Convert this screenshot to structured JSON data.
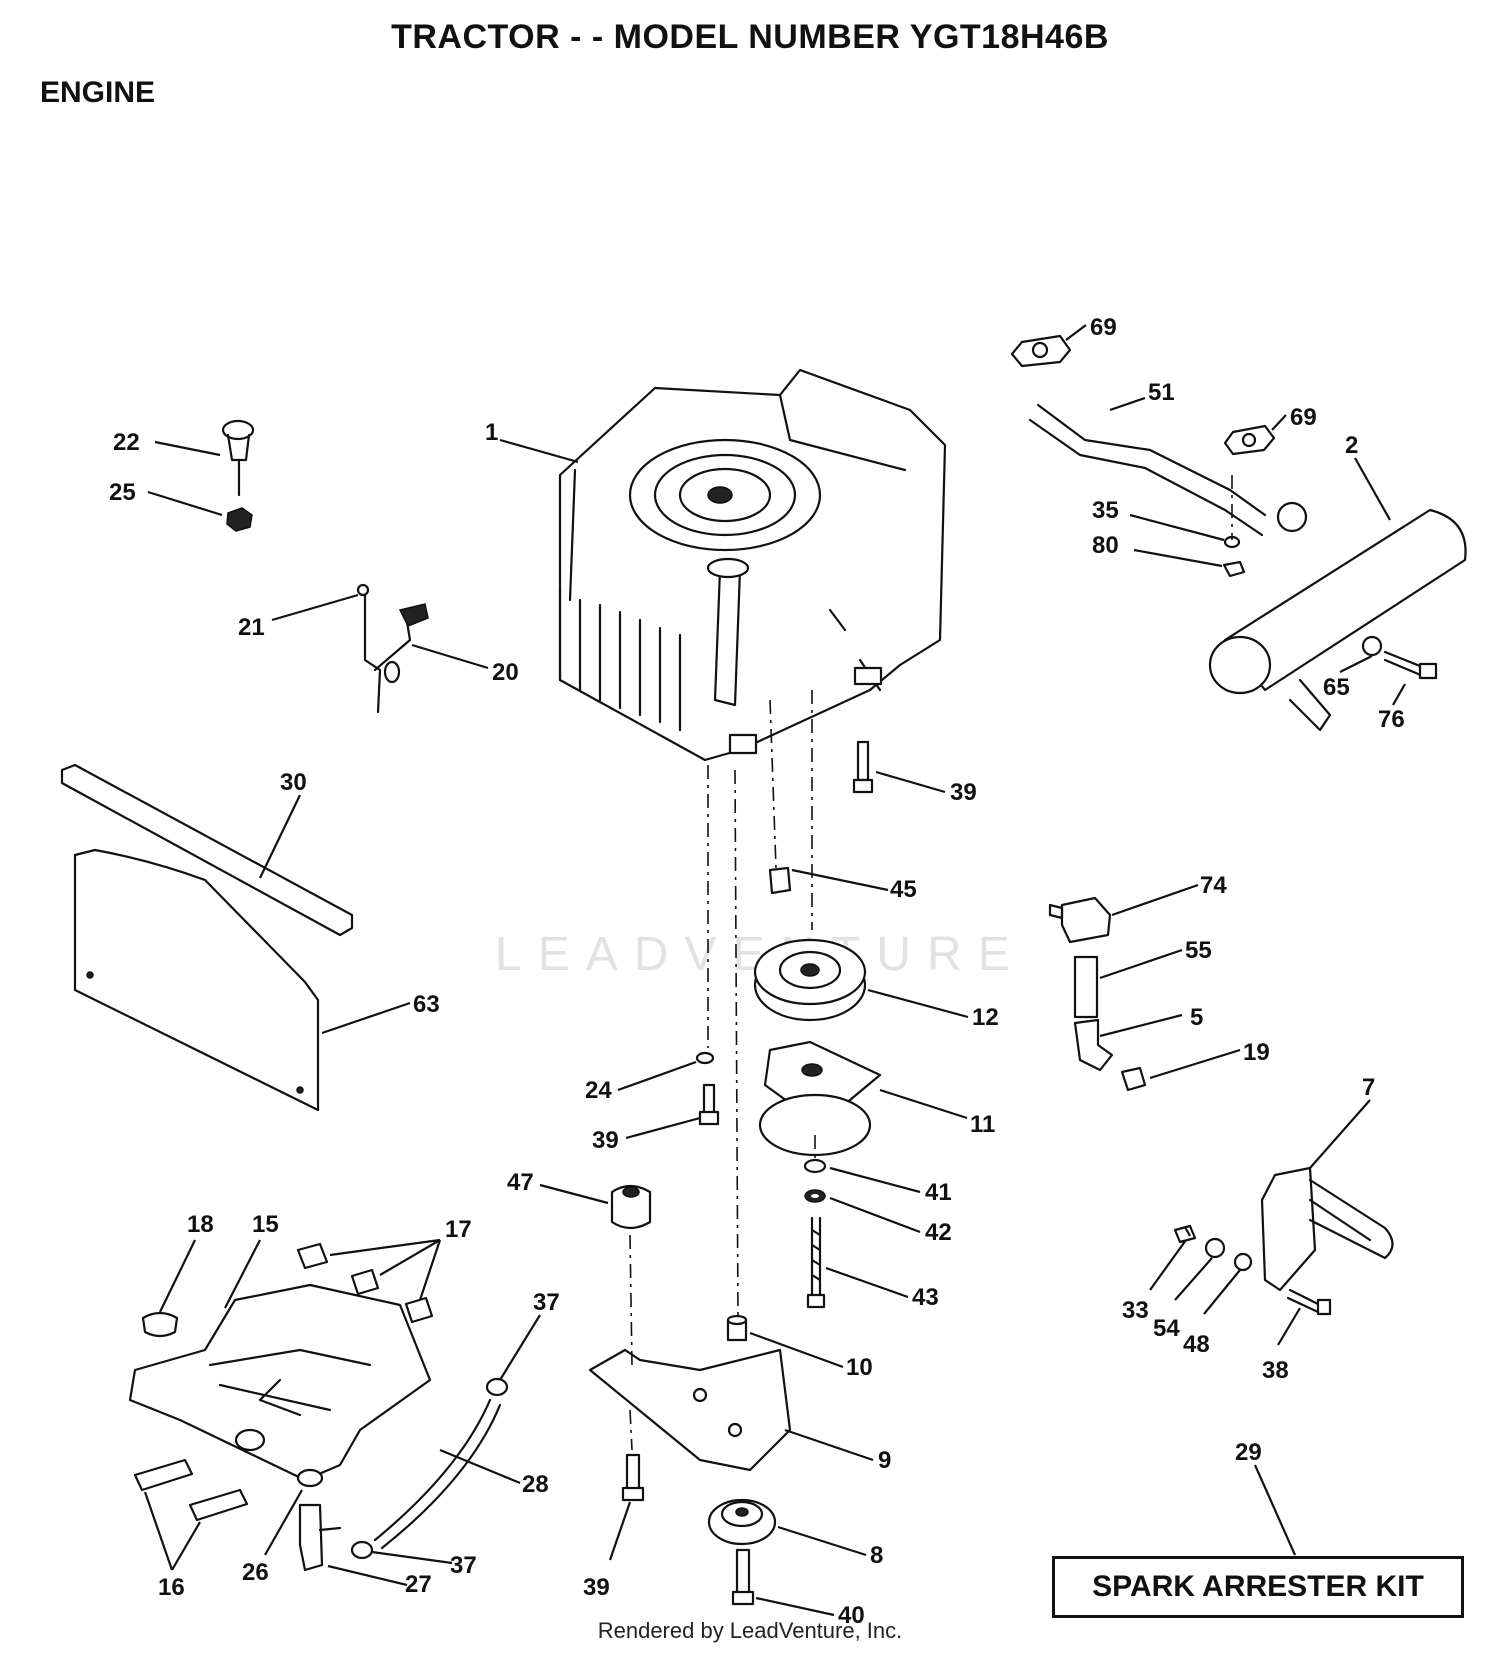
{
  "header": {
    "title": "TRACTOR - - MODEL NUMBER YGT18H46B",
    "section": "ENGINE"
  },
  "watermark": "LEADVENTURE",
  "kit_label": "SPARK ARRESTER KIT",
  "footer": "Rendered by LeadVenture, Inc.",
  "callouts": [
    {
      "n": "22"
    },
    {
      "n": "25"
    },
    {
      "n": "21"
    },
    {
      "n": "20"
    },
    {
      "n": "1"
    },
    {
      "n": "69"
    },
    {
      "n": "51"
    },
    {
      "n": "69"
    },
    {
      "n": "2"
    },
    {
      "n": "35"
    },
    {
      "n": "80"
    },
    {
      "n": "65"
    },
    {
      "n": "76"
    },
    {
      "n": "30"
    },
    {
      "n": "63"
    },
    {
      "n": "39"
    },
    {
      "n": "45"
    },
    {
      "n": "74"
    },
    {
      "n": "55"
    },
    {
      "n": "12"
    },
    {
      "n": "5"
    },
    {
      "n": "19"
    },
    {
      "n": "24"
    },
    {
      "n": "39"
    },
    {
      "n": "11"
    },
    {
      "n": "7"
    },
    {
      "n": "47"
    },
    {
      "n": "41"
    },
    {
      "n": "42"
    },
    {
      "n": "43"
    },
    {
      "n": "18"
    },
    {
      "n": "15"
    },
    {
      "n": "17"
    },
    {
      "n": "37"
    },
    {
      "n": "10"
    },
    {
      "n": "33"
    },
    {
      "n": "54"
    },
    {
      "n": "48"
    },
    {
      "n": "38"
    },
    {
      "n": "28"
    },
    {
      "n": "9"
    },
    {
      "n": "29"
    },
    {
      "n": "16"
    },
    {
      "n": "26"
    },
    {
      "n": "27"
    },
    {
      "n": "37"
    },
    {
      "n": "39"
    },
    {
      "n": "8"
    },
    {
      "n": "40"
    }
  ]
}
